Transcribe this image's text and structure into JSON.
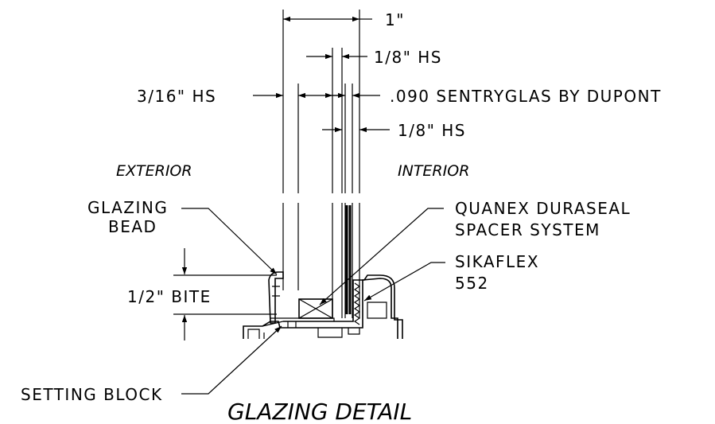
{
  "labels": {
    "overall_width": "1\"",
    "glass_outer_top": "1/8\" HS",
    "glass_exterior": "3/16\" HS",
    "interlayer": ".090 SENTRYGLAS BY DUPONT",
    "glass_inner": "1/8\" HS",
    "exterior": "EXTERIOR",
    "interior": "INTERIOR",
    "glazing_bead_1": "GLAZING",
    "glazing_bead_2": "BEAD",
    "spacer_1": "QUANEX DURASEAL",
    "spacer_2": "SPACER SYSTEM",
    "sealant_1": "SIKAFLEX",
    "sealant_2": "552",
    "bite": "1/2\" BITE",
    "setting_block": "SETTING BLOCK",
    "title": "GLAZING DETAIL"
  },
  "colors": {
    "line": "#000000",
    "background": "#ffffff"
  }
}
